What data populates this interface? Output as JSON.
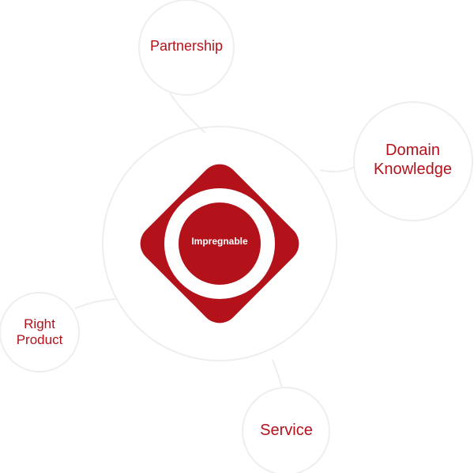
{
  "diagram": {
    "center_label": "Impregnable",
    "nodes": [
      {
        "id": "partnership",
        "label_lines": [
          "Partnership"
        ]
      },
      {
        "id": "domain",
        "label_lines": [
          "Domain",
          "Knowledge"
        ]
      },
      {
        "id": "right",
        "label_lines": [
          "Right",
          "Product"
        ]
      },
      {
        "id": "service",
        "label_lines": [
          "Service"
        ]
      }
    ],
    "colors": {
      "accent": "#b3121b",
      "outline": "#eeeeee",
      "background": "#ffffff"
    }
  }
}
